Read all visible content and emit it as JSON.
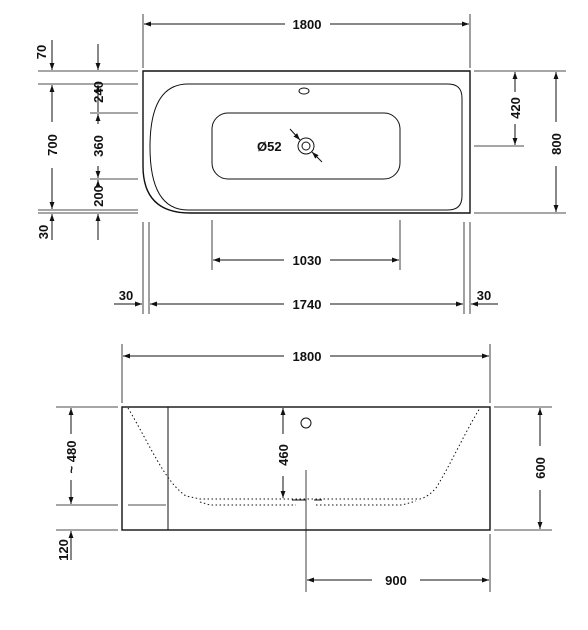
{
  "top_view": {
    "dims": {
      "overall_length": "1800",
      "overall_width": "800",
      "rim_70": "70",
      "rim_240": "240",
      "basin_360": "360",
      "rim_200": "200",
      "bottom_30": "30",
      "inner_700": "700",
      "drain_offset": "420",
      "drain_diameter": "Ø52",
      "basin_floor_length": "1030",
      "left_30": "30",
      "inner_length": "1740",
      "right_30": "30"
    }
  },
  "side_view": {
    "dims": {
      "overall_length": "1800",
      "depth_480": "~ 480",
      "water_depth": "460",
      "height": "600",
      "base_120": "120",
      "drain_position": "900"
    }
  }
}
